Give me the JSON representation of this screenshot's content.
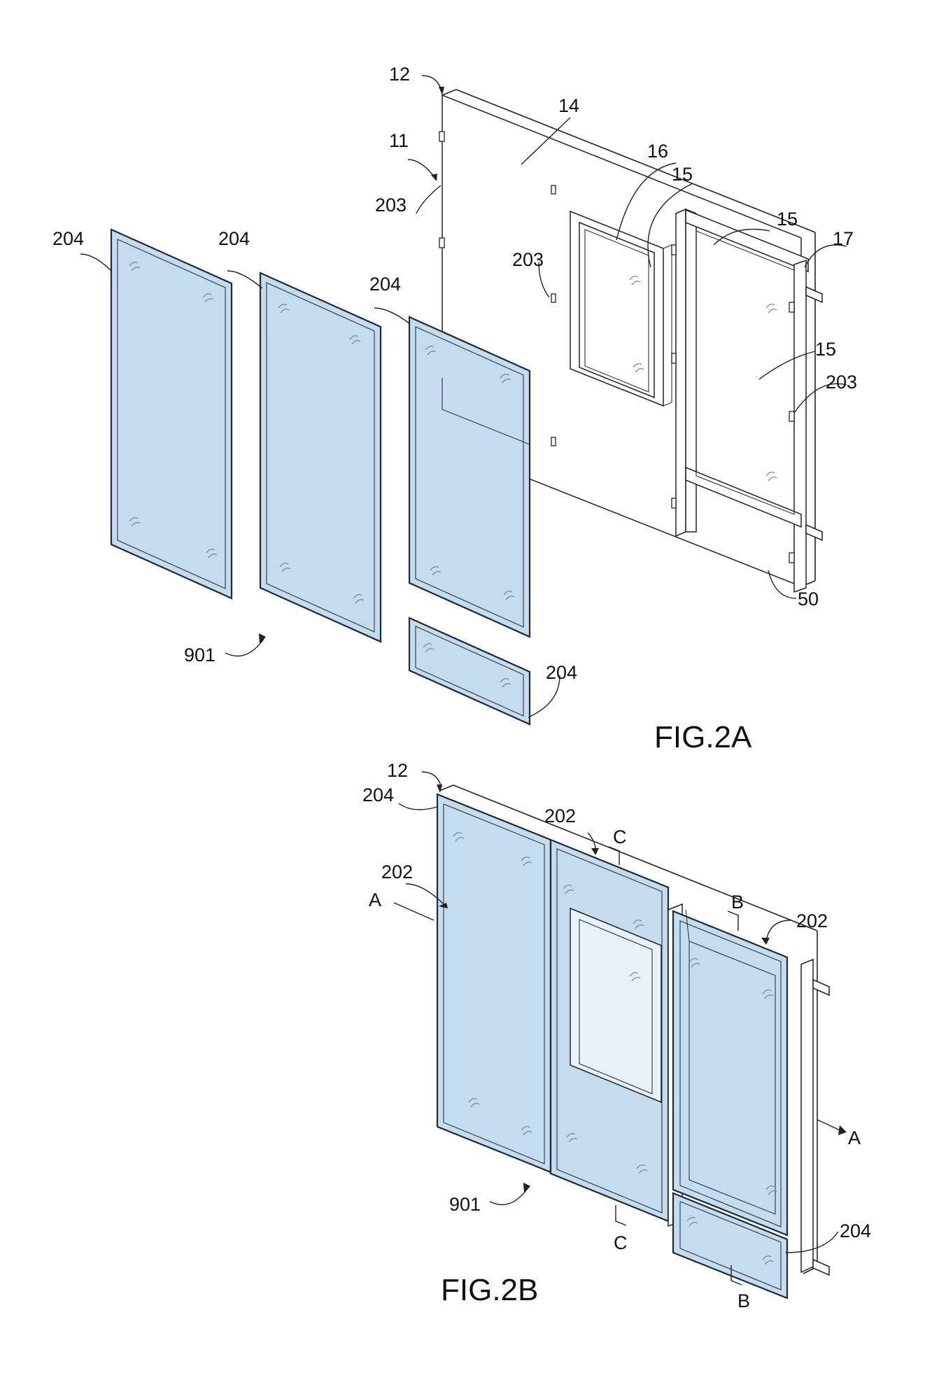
{
  "colors": {
    "glass_fill": "#c3dcef",
    "glass_edge": "#1f2a33",
    "line": "#222222"
  },
  "figures": {
    "fig2a": {
      "title": "FIG.2A",
      "labels": {
        "r12": "12",
        "r14": "14",
        "r11": "11",
        "r16": "16",
        "r15a": "15",
        "r15b": "15",
        "r15c": "15",
        "r17": "17",
        "r203a": "203",
        "r203b": "203",
        "r203c": "203",
        "r204a": "204",
        "r204b": "204",
        "r204c": "204",
        "r204d": "204",
        "r50": "50",
        "r901": "901"
      }
    },
    "fig2b": {
      "title": "FIG.2B",
      "labels": {
        "r12": "12",
        "r204a": "204",
        "r202a": "202",
        "r202b": "202",
        "r202c": "202",
        "sA1": "A",
        "sA2": "A",
        "sB1": "B",
        "sB2": "B",
        "sC1": "C",
        "sC2": "C",
        "r204b": "204",
        "r901": "901"
      }
    }
  }
}
